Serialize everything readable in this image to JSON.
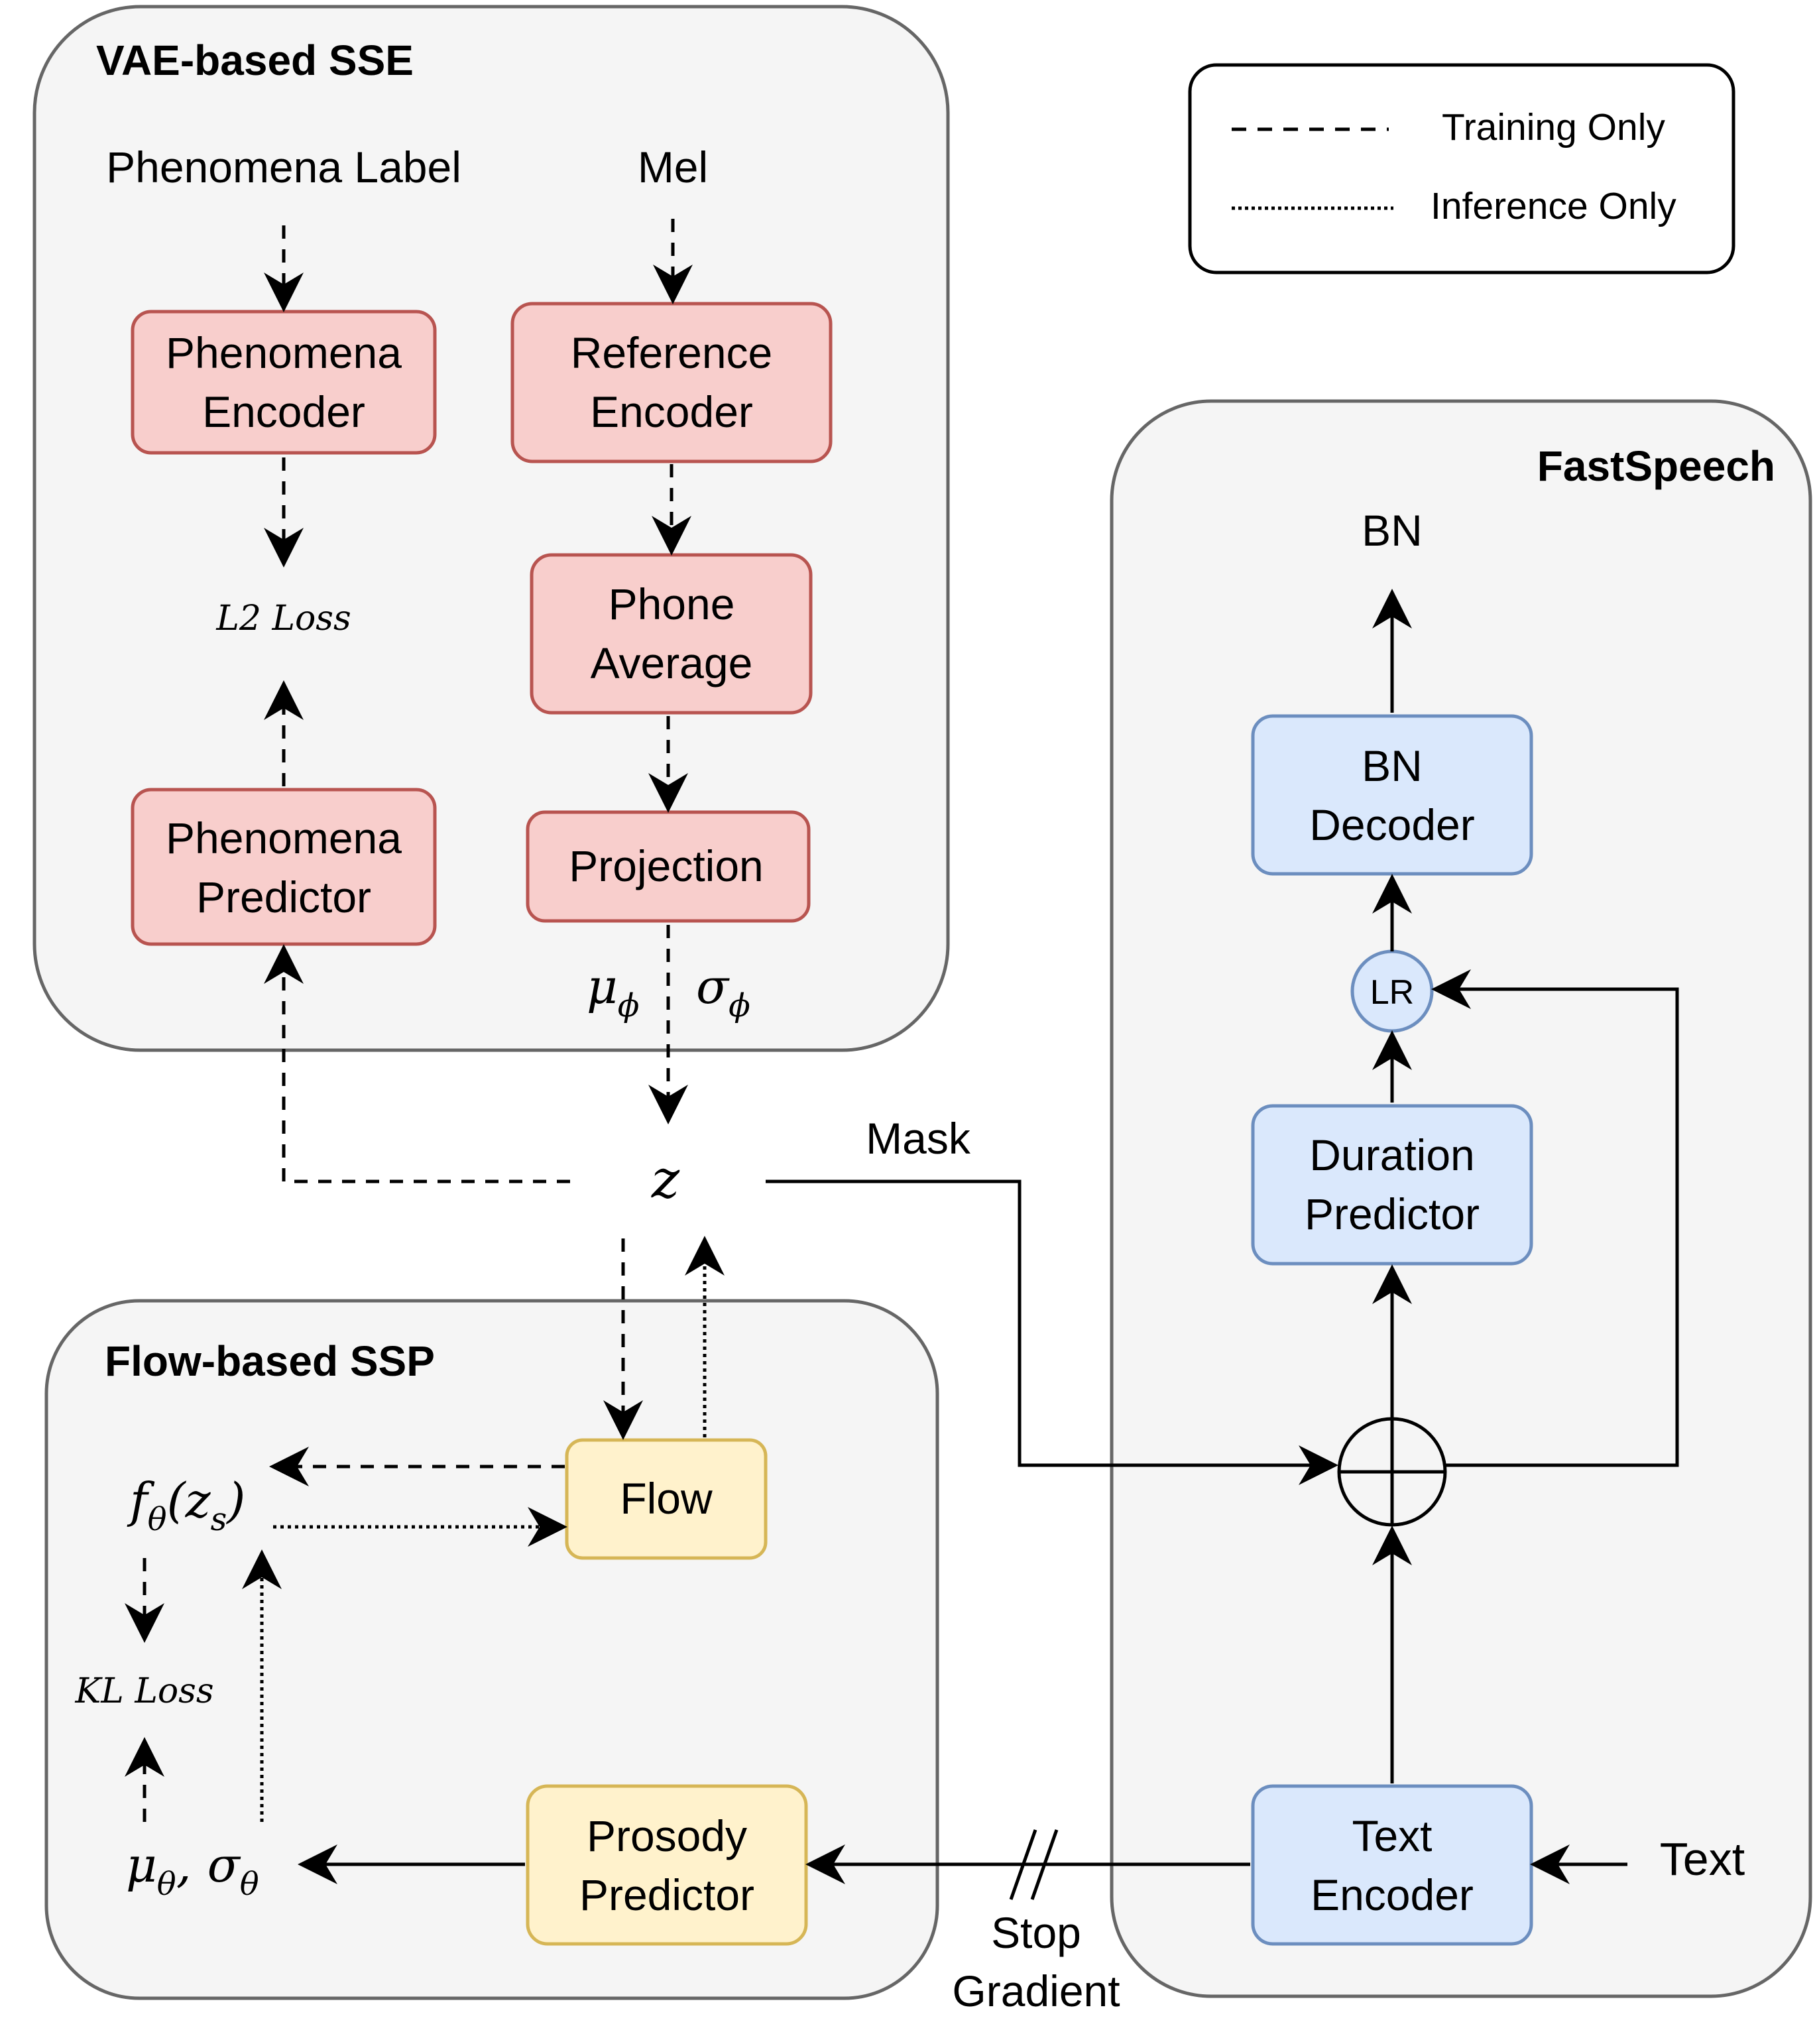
{
  "legend": {
    "training_only": "Training Only",
    "inference_only": "Inference Only"
  },
  "groups": {
    "vae": "VAE-based SSE",
    "flow": "Flow-based SSP",
    "fastspeech": "FastSpeech"
  },
  "inputs": {
    "phenomena_label": "Phenomena Label",
    "mel": "Mel",
    "text": "Text"
  },
  "nodes": {
    "phenomena_encoder": [
      "Phenomena",
      "Encoder"
    ],
    "reference_encoder": [
      "Reference",
      "Encoder"
    ],
    "phone_average": [
      "Phone",
      "Average"
    ],
    "projection": "Projection",
    "phenomena_predictor": [
      "Phenomena",
      "Predictor"
    ],
    "flow": "Flow",
    "prosody_predictor": [
      "Prosody",
      "Predictor"
    ],
    "bn_decoder": [
      "BN",
      "Decoder"
    ],
    "lr": "LR",
    "duration_predictor": [
      "Duration",
      "Predictor"
    ],
    "text_encoder": [
      "Text",
      "Encoder"
    ]
  },
  "labels": {
    "bn": "BN",
    "l2_loss": "L2 Loss",
    "kl_loss": "KL Loss",
    "mask": "Mask",
    "stop_gradient": [
      "Stop",
      "Gradient"
    ]
  },
  "math": {
    "mu_phi": "μ",
    "mu_phi_sub": "ϕ",
    "sigma_phi": "σ",
    "sigma_phi_sub": "ϕ",
    "z": "z",
    "f_theta": "f",
    "f_theta_sub": "θ",
    "f_theta_arg": "(z",
    "f_theta_arg_sub": "s",
    "f_theta_close": ")",
    "mu_theta": "μ",
    "mu_theta_sub": "θ",
    "sigma_theta": "σ",
    "sigma_theta_sub": "θ",
    "comma": ","
  },
  "colors": {
    "red_fill": "#f8cecc",
    "red_stroke": "#b85450",
    "blue_fill": "#dae8fc",
    "blue_stroke": "#6c8ebf",
    "yellow_fill": "#fff2cc",
    "yellow_stroke": "#d6b656",
    "group_fill": "#f5f5f5",
    "group_stroke": "#666666"
  }
}
